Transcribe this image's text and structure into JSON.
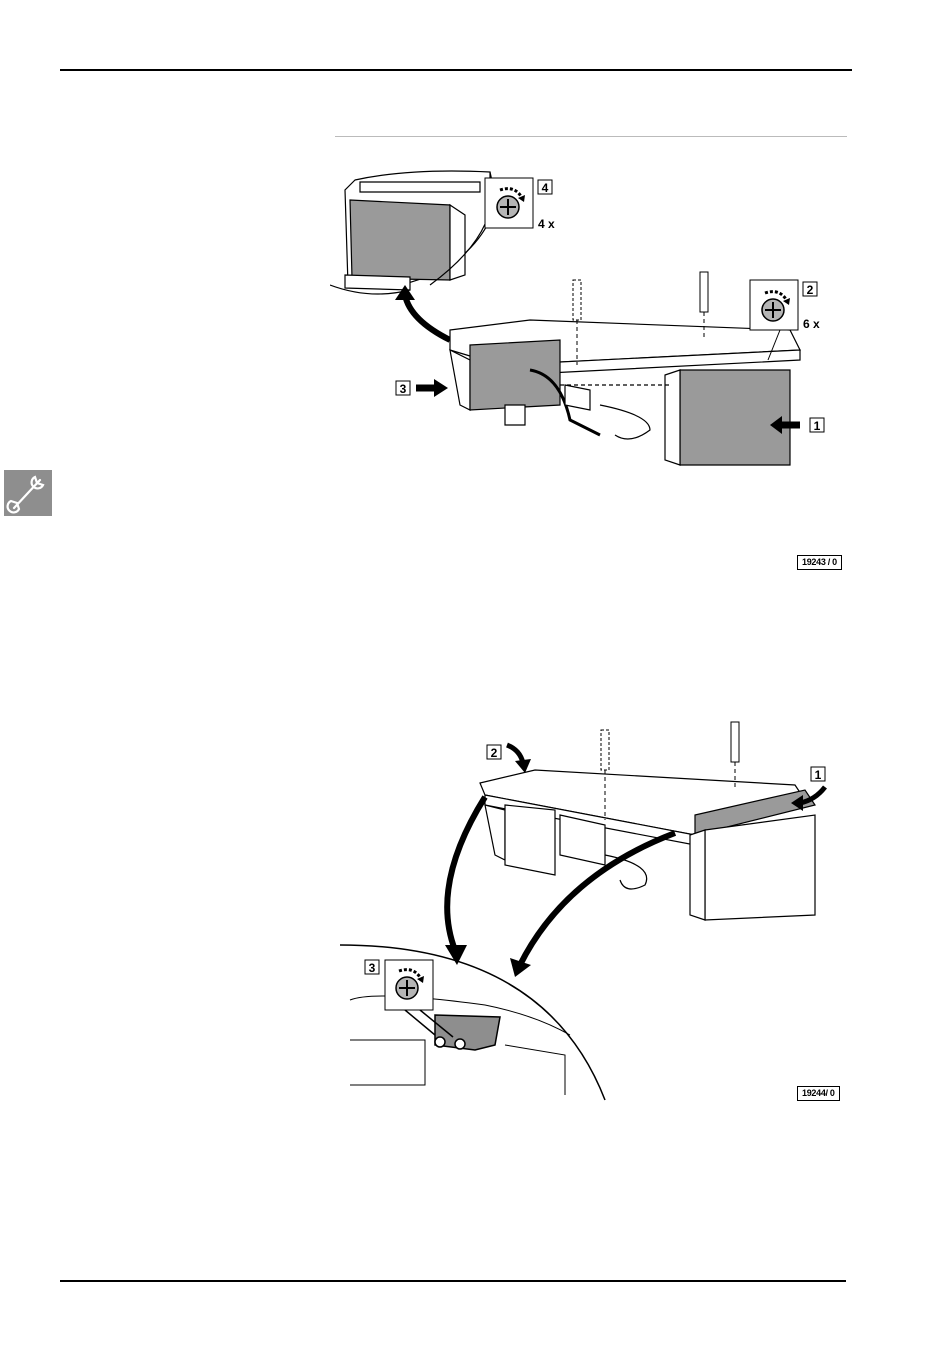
{
  "figure1": {
    "ref_code": "19243 / 0",
    "callouts": [
      "1",
      "2",
      "3",
      "4"
    ],
    "multipliers": {
      "step2": "6 x",
      "step4": "4 x"
    }
  },
  "figure2": {
    "ref_code": "19244/ 0",
    "callouts": [
      "1",
      "2",
      "3"
    ]
  },
  "icons": {
    "tool_badge": "wrench-icon",
    "screw_rotation": "screw-rotate-icon",
    "push_arrow": "push-arrow-icon"
  },
  "colors": {
    "badge_grey": "#8e8e8e",
    "panel_grey": "#9a9a9a",
    "line": "#000000"
  }
}
